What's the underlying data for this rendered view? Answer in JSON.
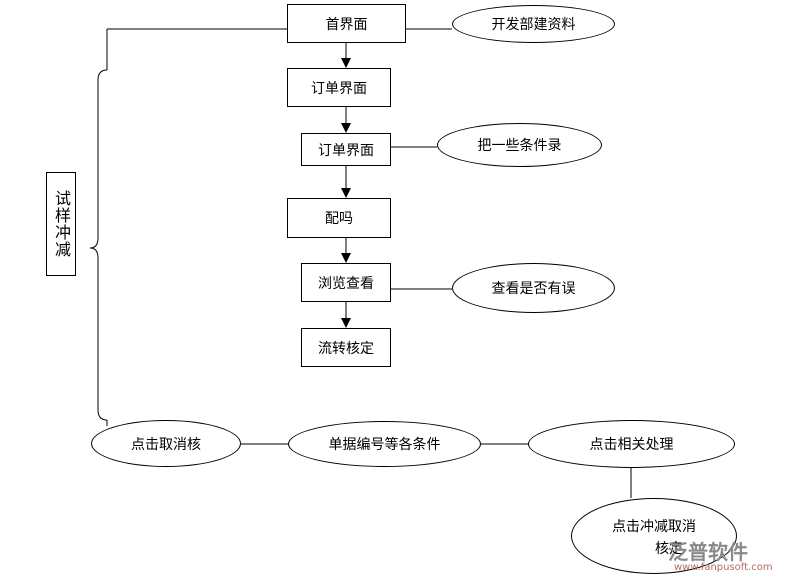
{
  "left_label": "试样冲减",
  "flow": [
    {
      "id": "f1",
      "label": "首界面"
    },
    {
      "id": "f2",
      "label": "订单界面"
    },
    {
      "id": "f3",
      "label": "订单界面"
    },
    {
      "id": "f4",
      "label": "配吗"
    },
    {
      "id": "f5",
      "label": "浏览查看"
    },
    {
      "id": "f6",
      "label": "流转核定"
    }
  ],
  "side_notes": [
    {
      "id": "s1",
      "label": "开发部建资料"
    },
    {
      "id": "s2",
      "label": "把一些条件录"
    },
    {
      "id": "s3",
      "label": "查看是否有误"
    }
  ],
  "bottom_flow": [
    {
      "id": "b1",
      "label": "点击取消核"
    },
    {
      "id": "b2",
      "label": "单据编号等各条件"
    },
    {
      "id": "b3",
      "label": "点击相关处理"
    }
  ],
  "final_node": {
    "line1": "点击冲减取消",
    "line2": "核定"
  },
  "watermark": {
    "name": "泛普软件",
    "url": "www.fanpusoft.com"
  }
}
